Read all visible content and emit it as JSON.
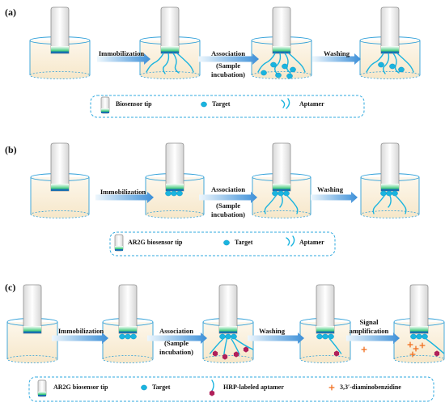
{
  "colors": {
    "cyan": "#1ab4df",
    "cyan_dark": "#0f8fc0",
    "green": "#27c46a",
    "well_fill": "#fbf1de",
    "well_stroke": "#2f9fd8",
    "arrow_light": "#e3f2fb",
    "arrow_dark": "#3c8fd8",
    "legend_border": "#2fa9df",
    "hrp": "#b0205a",
    "dab": "#f07020"
  },
  "panels": [
    {
      "label": "(a)",
      "steps": [
        "Immobilization",
        "Association",
        "(Sample",
        "incubation)",
        "Washing"
      ],
      "legend": [
        "Biosensor tip",
        "Target",
        "Aptamer"
      ]
    },
    {
      "label": "(b)",
      "steps": [
        "Immobilization",
        "Association",
        "(Sample",
        "incubation)",
        "Washing"
      ],
      "legend": [
        "AR2G biosensor tip",
        "Target",
        "Aptamer"
      ]
    },
    {
      "label": "(c)",
      "steps": [
        "Immobilization",
        "Association",
        "(Sample",
        "incubation)",
        "Washing",
        "Signal",
        "amplification"
      ],
      "legend": [
        "AR2G biosensor tip",
        "Target",
        "HRP-labeled aptamer",
        "3,3′-diaminobenzidine"
      ]
    }
  ]
}
